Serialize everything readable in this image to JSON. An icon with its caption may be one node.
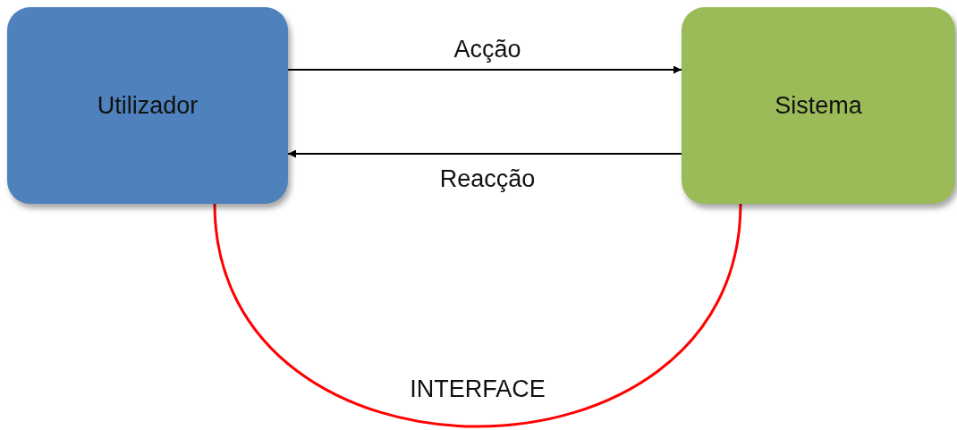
{
  "diagram": {
    "nodes": [
      {
        "text": [
          "Utilizador"
        ]
      },
      {
        "text": [
          "Sistema"
        ]
      }
    ],
    "edges": [
      {
        "from": 0,
        "to": 1,
        "arrow": "to",
        "label": "Acção"
      },
      {
        "from": 1,
        "to": 0,
        "arrow": "to",
        "label": "Reacção"
      },
      {
        "from": 0,
        "to": 1,
        "arrow": "none",
        "label": "INTERFACE",
        "color": "#ff0000"
      }
    ]
  }
}
